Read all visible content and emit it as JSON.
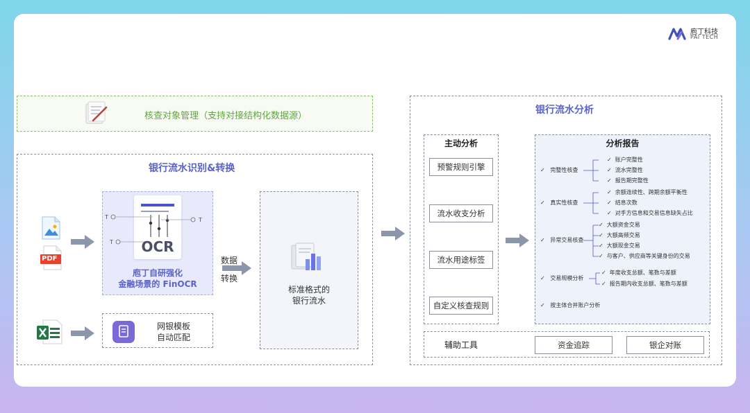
{
  "brand": {
    "name_cn": "庖丁科技",
    "name_en": "PAI TECH"
  },
  "management": {
    "label": "核查对象管理（支持对接结构化数据源）"
  },
  "recognition": {
    "title": "银行流水识别&转换",
    "input_pdf_label": "PDF",
    "ocr_text": "OCR",
    "ocr_caption_line1": "庖丁自研强化",
    "ocr_caption_line2": "金融场景的 FinOCR",
    "data_label_line1": "数据",
    "data_label_line2": "转换",
    "standard_line1": "标准格式的",
    "standard_line2": "银行流水",
    "template_line1": "网银模板",
    "template_line2": "自动匹配"
  },
  "bank_analysis": {
    "title": "银行流水分析",
    "active": {
      "title": "主动分析",
      "items": [
        "预警规则引擎",
        "流水收支分析",
        "流水用途标签",
        "自定义核查规则"
      ]
    },
    "report": {
      "title": "分析报告",
      "groups": [
        {
          "name": "完整性核查",
          "items": [
            "账户完整性",
            "流水完整性",
            "报告期完整性"
          ]
        },
        {
          "name": "真实性核查",
          "items": [
            "余额连续性、跨期余额平衡性",
            "结息次数",
            "对手方信息和交易信息缺失占比"
          ]
        },
        {
          "name": "异常交易核查",
          "items": [
            "大额资金交易",
            "大额高频交易",
            "大额现金交易",
            "与客户、供应商等关键身份的交易"
          ]
        },
        {
          "name": "交易规模分析",
          "items": [
            "年度收支总额、笔数与差额",
            "报告期内收支总额、笔数与差额"
          ]
        },
        {
          "name": "按主体合并账户分析",
          "items": []
        }
      ]
    },
    "aux": {
      "title": "辅助工具",
      "buttons": [
        "资金追踪",
        "银企对账"
      ]
    }
  },
  "colors": {
    "accent": "#5b63c9",
    "green": "#5fa83e",
    "arrow": "#8c96ab"
  }
}
